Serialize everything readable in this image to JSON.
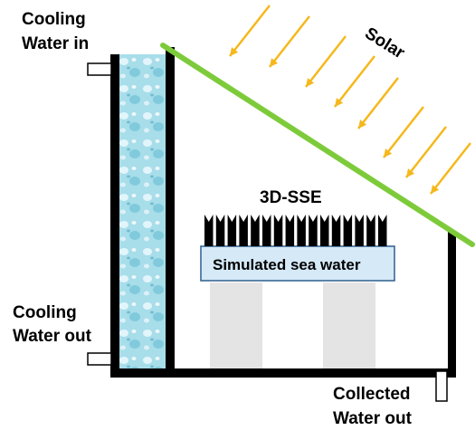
{
  "labels": {
    "cooling_in_line1": "Cooling",
    "cooling_in_line2": "Water in",
    "cooling_out_line1": "Cooling",
    "cooling_out_line2": "Water out",
    "collected_line1": "Collected",
    "collected_line2": "Water out",
    "solar": "Solar",
    "sse": "3D-SSE",
    "sea_water": "Simulated sea water"
  },
  "colors": {
    "frame": "#000000",
    "solar_cover": "#7dcb3a",
    "sun_ray": "#f5b81c",
    "water_tray": "#d5e9f7",
    "water_tray_border": "#2f5f8e",
    "cooling_water": "#a8ddea",
    "support_legs": "#e4e4e4",
    "port": "#ffffff"
  }
}
